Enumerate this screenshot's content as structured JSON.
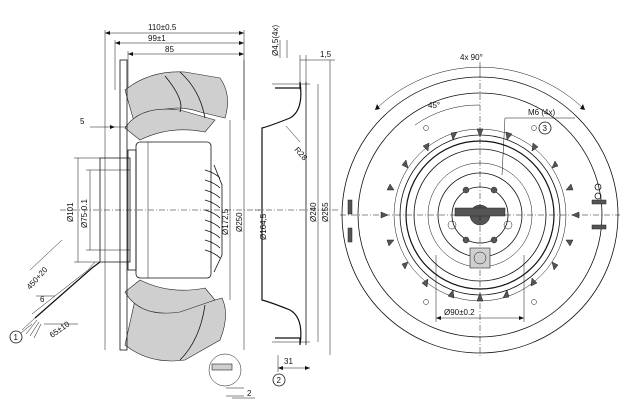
{
  "side_view": {
    "dimensions": {
      "overall_width": "110±0.5",
      "width_99": "99±1",
      "width_85": "85",
      "offset_5": "5",
      "dia_101": "Ø101",
      "dia_75": "Ø75-0.1",
      "dia_172": "Ø172,5",
      "dia_250": "Ø250",
      "cable_length": "450+20",
      "strip_6": "6",
      "strip_65": "65±10"
    },
    "callouts": {
      "cable_marker": "1"
    }
  },
  "section_view": {
    "dimensions": {
      "hole_dia": "Ø4,5(4x)",
      "thickness": "1,5",
      "radius": "R28",
      "dia_164": "Ø164,5",
      "dia_240": "Ø240",
      "dia_255": "Ø255",
      "depth_31": "31",
      "depth_2": "2"
    },
    "callouts": {
      "section_marker": "2"
    }
  },
  "front_view": {
    "dimensions": {
      "angle_4x90": "4x 90°",
      "angle_45": "45°",
      "thread": "M6 (4x)",
      "bolt_circle": "Ø90±0.2"
    },
    "callouts": {
      "thread_marker": "3"
    }
  }
}
